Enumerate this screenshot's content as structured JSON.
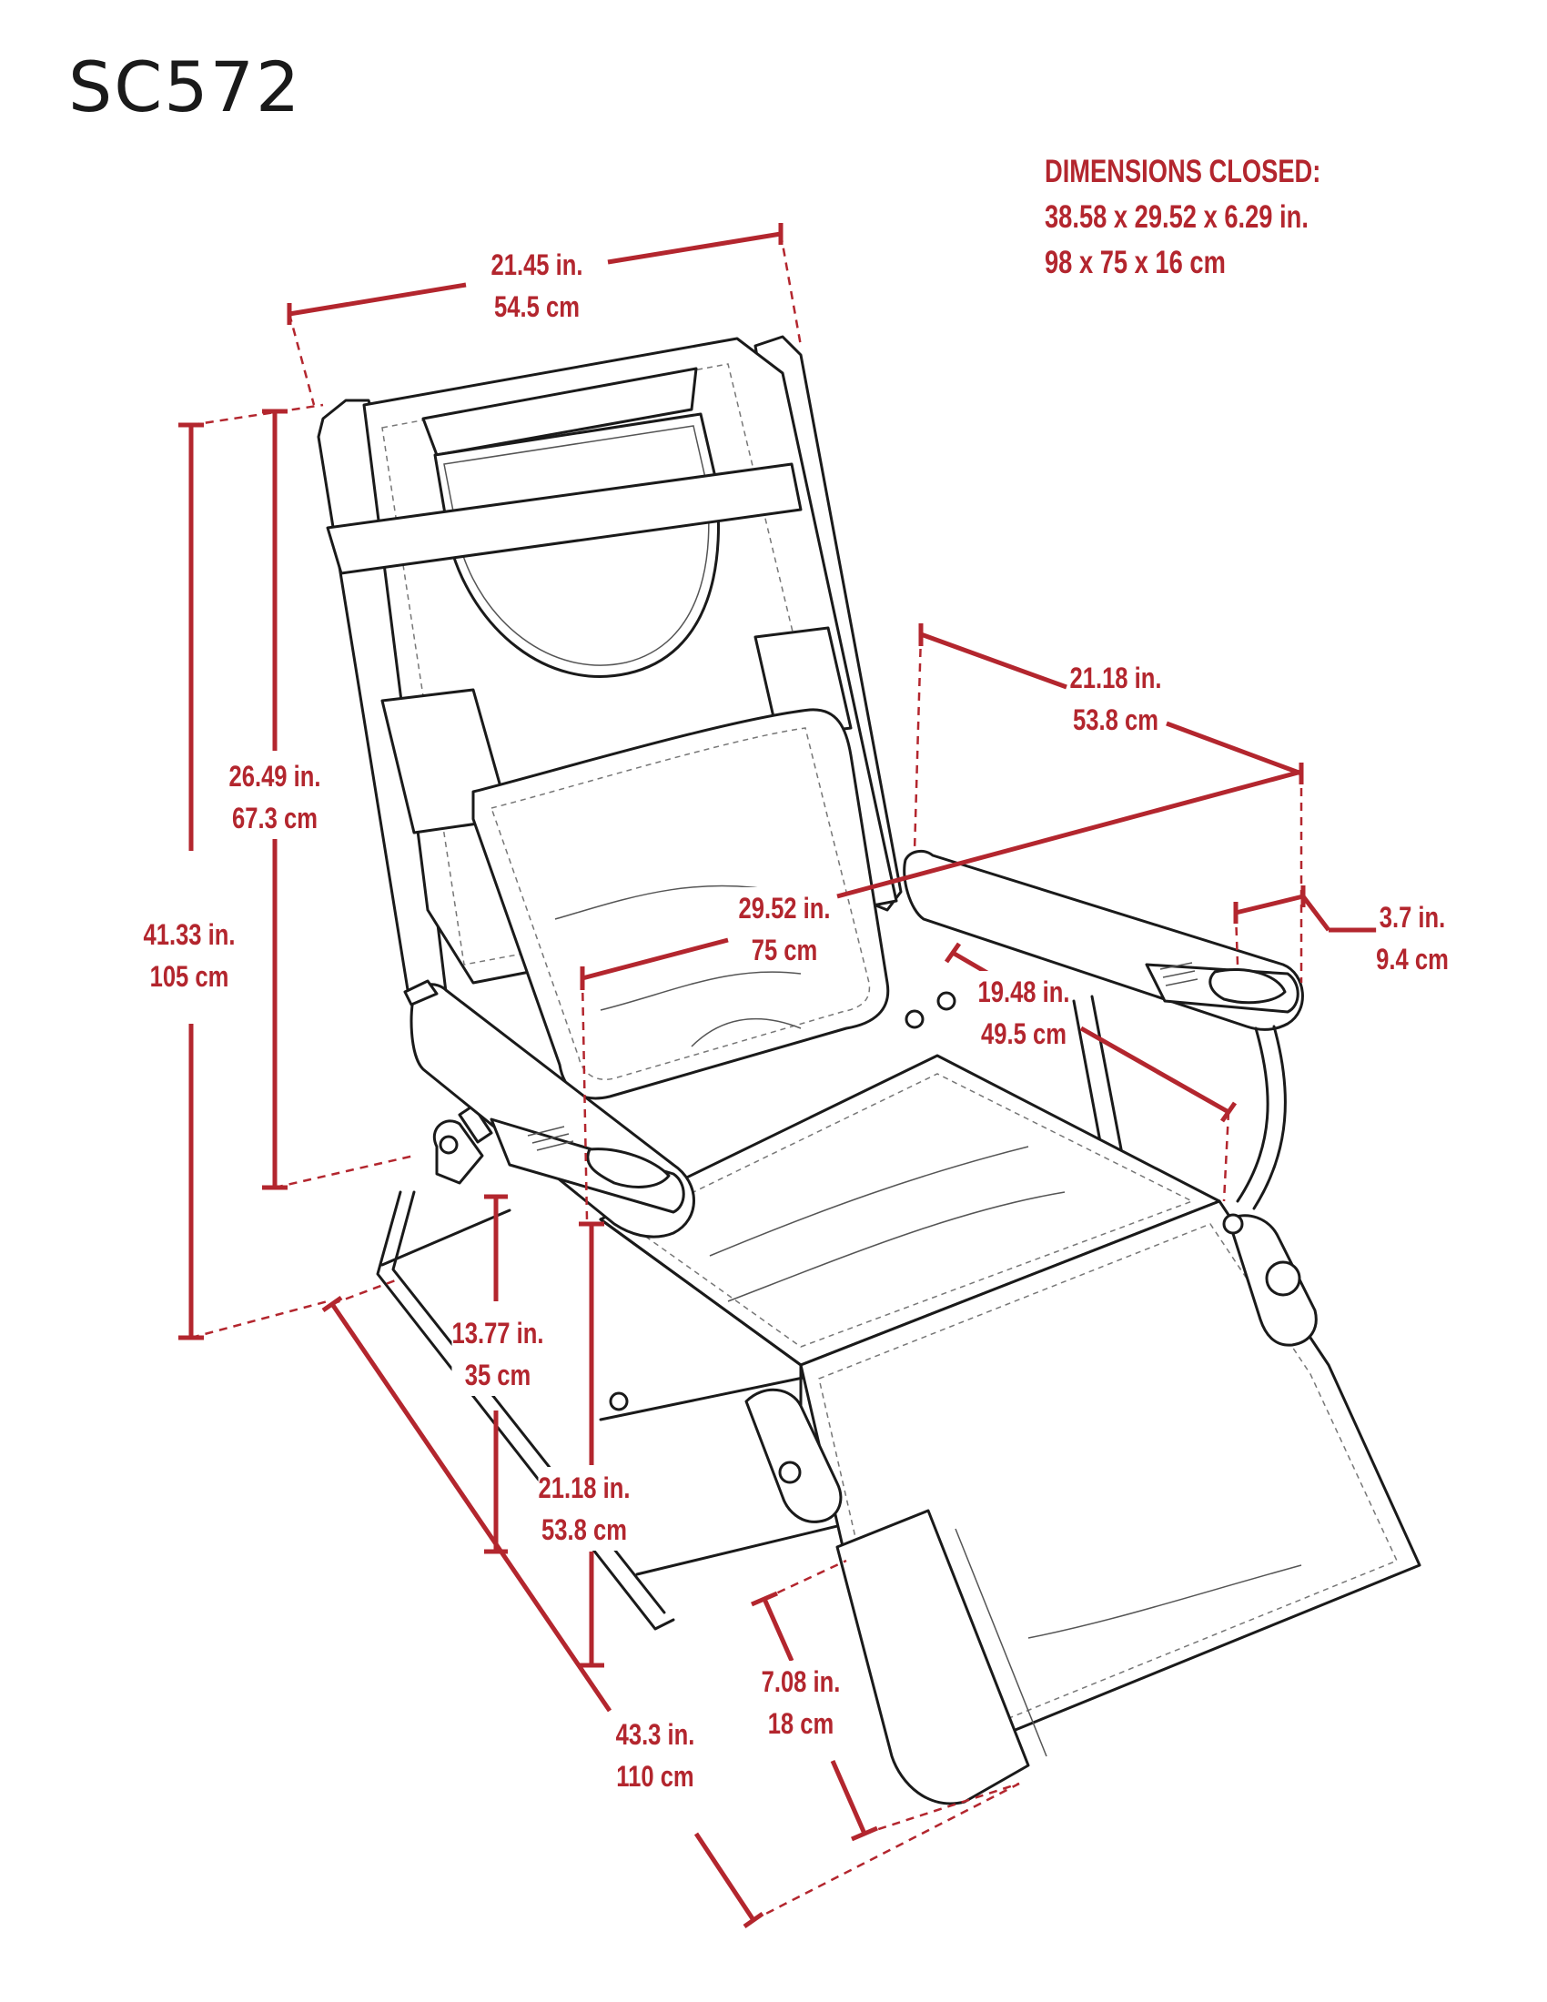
{
  "model": "SC572",
  "dimensions_closed": {
    "heading": "DIMENSIONS CLOSED:",
    "imperial": "38.58  x  29.52  x  6.29 in.",
    "metric": "98  x  75  x  16 cm"
  },
  "dimensions": {
    "backrest_width": {
      "in": "21.45 in.",
      "cm": "54.5 cm"
    },
    "arm_span": {
      "in": "21.18 in.",
      "cm": "53.8 cm"
    },
    "backrest_height": {
      "in": "26.49 in.",
      "cm": "67.3 cm"
    },
    "total_height": {
      "in": "41.33 in.",
      "cm": "105 cm"
    },
    "seat_width": {
      "in": "29.52 in.",
      "cm": "75 cm"
    },
    "armrest_width": {
      "in": "3.7 in.",
      "cm": "9.4 cm"
    },
    "seat_depth": {
      "in": "19.48 in.",
      "cm": "49.5 cm"
    },
    "seat_height": {
      "in": "13.77 in.",
      "cm": "35 cm"
    },
    "armrest_height": {
      "in": "21.18 in.",
      "cm": "53.8 cm"
    },
    "total_length": {
      "in": "43.3 in.",
      "cm": "110 cm"
    },
    "footrest_length": {
      "in": "7.08 in.",
      "cm": "18 cm"
    }
  },
  "colors": {
    "dimension": "#b3262e",
    "outline": "#1a1a1a"
  }
}
